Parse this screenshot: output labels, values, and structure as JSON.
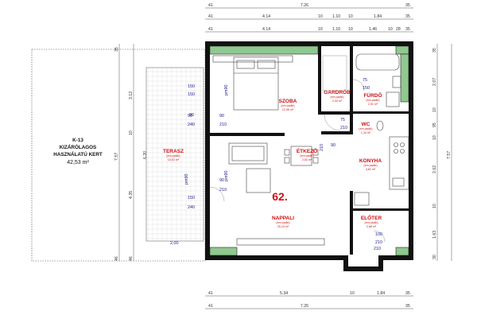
{
  "dims": {
    "top_total": "7.26",
    "top_row1": [
      "41",
      "4.14",
      "10",
      "1.10",
      "10",
      "1.84",
      "35"
    ],
    "top_row2": [
      "41",
      "4.14",
      "10",
      "1.10",
      "10",
      "1.46",
      "10",
      "28",
      "35"
    ],
    "bottom_row1": [
      "41",
      "5.34",
      "10",
      "1.84",
      "35"
    ],
    "bottom_total": "7.26",
    "bottom_total_b": [
      "41",
      "35"
    ],
    "left_outer": [
      "35",
      "3.12",
      "10",
      "4.35",
      "46"
    ],
    "left_total": "7.57",
    "left_inner": "6.20",
    "right_inner": [
      "35",
      "2.07",
      "10",
      "95",
      "10",
      "2.62",
      "10",
      "1.63",
      "30"
    ],
    "right_total": "7.57"
  },
  "garden": {
    "code": "K-13",
    "line1": "KIZÁRÓLAGOS",
    "line2": "HASZNÁLATÚ KERT",
    "area": "42,53 m²"
  },
  "rooms": [
    {
      "name": "SZOBA",
      "sub": "(em padló)",
      "area": "12,96 m²"
    },
    {
      "name": "GARDRÓB",
      "sub": "(em padló)",
      "area": "2,44 m²"
    },
    {
      "name": "FÜRDŐ",
      "sub": "(em padló)",
      "area": "2,91 m²"
    },
    {
      "name": "WC",
      "sub": "(em padló)",
      "area": "1,34 m²"
    },
    {
      "name": "ÉTKEZŐ",
      "sub": "(em padló)",
      "area": "2,53 m²"
    },
    {
      "name": "KONYHA",
      "sub": "(em padló)",
      "area": "4,81 m²"
    },
    {
      "name": "TERASZ",
      "sub": "(em padló)",
      "area": "10,92 m²"
    },
    {
      "name": "NAPPALI",
      "sub": "(em padló)",
      "area": "20,15 m²"
    },
    {
      "name": "ELŐTER",
      "sub": "(em padló)",
      "area": "2,88 m²"
    }
  ],
  "unit_number": "62.",
  "doors": {
    "d1": "150",
    "d2": "150",
    "d3": "90",
    "d4": "240",
    "d5": "90",
    "d6": "210",
    "d7": "75",
    "d8": "210",
    "d9": "75",
    "d10": "150",
    "d11": "90",
    "d12": "210",
    "d13": "150",
    "d14": "240",
    "d15": "90",
    "d16": "210",
    "d17": "100",
    "d18": "210",
    "d19": "90",
    "d20": "210",
    "d21": "2,00"
  },
  "side_labels": {
    "parapet1": "pm90",
    "parapet2": "pm90",
    "parapet3": "pm90"
  },
  "colors": {
    "room_labels": "#cc1111",
    "door_labels": "#1a1a8c",
    "green_walls": "#8fc98f",
    "walls": "#111111"
  }
}
